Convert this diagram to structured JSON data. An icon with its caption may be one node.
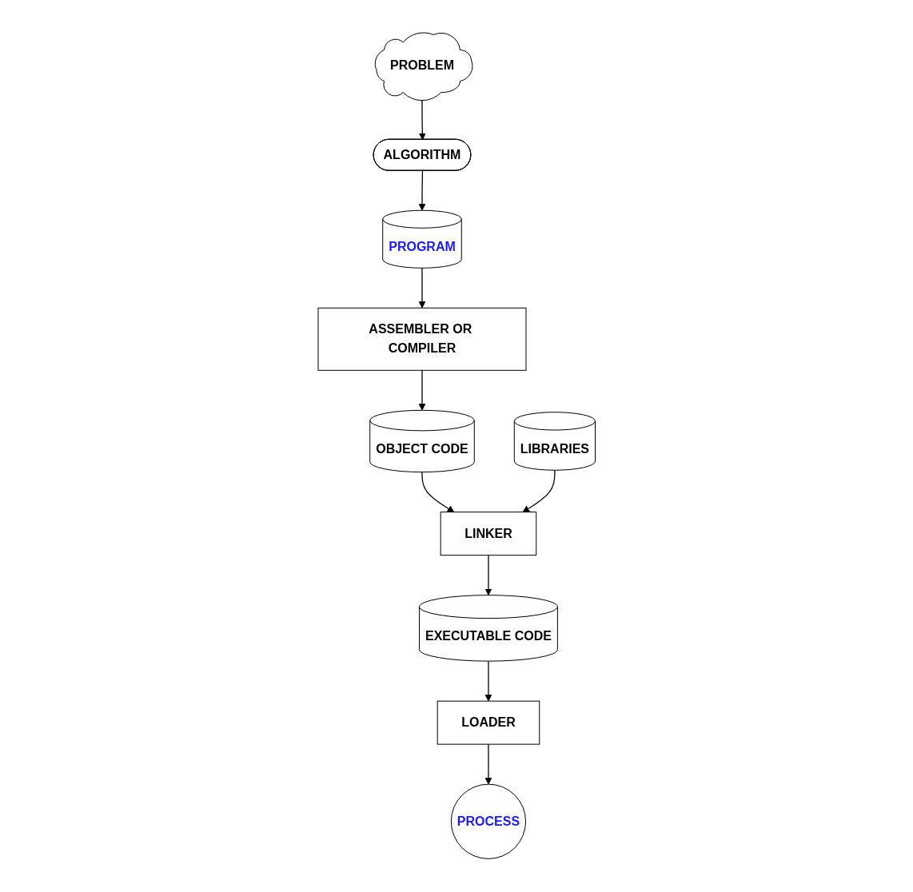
{
  "diagram": {
    "nodes": [
      {
        "text": [
          "PROBLEM"
        ]
      },
      {
        "text": [
          "ALGORITHM"
        ]
      },
      {
        "text": [
          "PROGRAM"
        ]
      },
      {
        "text": [
          "ASSEMBLER OR COMPILER"
        ]
      },
      {
        "text": [
          "OBJECT CODE"
        ]
      },
      {
        "text": [
          "LINKER"
        ]
      },
      {
        "text": [
          "EXECUTABLE CODE"
        ]
      },
      {
        "text": [
          "LIBRARIES"
        ]
      },
      {
        "text": [
          "LOADER"
        ]
      },
      {
        "text": [
          "PROCESS"
        ]
      }
    ],
    "edges": [
      {
        "from": 0,
        "to": 1,
        "arrow": "to"
      },
      {
        "from": 1,
        "to": 2,
        "arrow": "to"
      },
      {
        "from": 2,
        "to": 3,
        "arrow": "to"
      },
      {
        "from": 3,
        "to": 4,
        "arrow": "to"
      },
      {
        "from": 4,
        "to": 5,
        "arrow": "to"
      },
      {
        "from": 5,
        "to": 6,
        "arrow": "to"
      },
      {
        "from": 7,
        "to": 5,
        "arrow": "to"
      },
      {
        "from": 6,
        "to": 8,
        "arrow": "to"
      },
      {
        "from": 8,
        "to": 9,
        "arrow": "to"
      }
    ]
  }
}
